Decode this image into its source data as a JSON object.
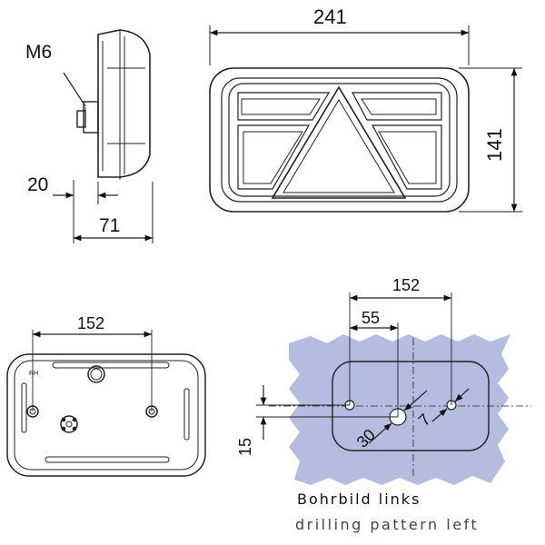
{
  "side_view": {
    "thread_label": "M6",
    "dim_depth_mount": "20",
    "dim_depth_total": "71"
  },
  "front_view": {
    "dim_width": "241",
    "dim_height": "141"
  },
  "rear_view": {
    "dim_hole_spacing": "152",
    "side_mark": "RH"
  },
  "drilling_pattern": {
    "dim_hole_spacing": "152",
    "dim_offset": "55",
    "dim_vertical": "15",
    "dim_center_hole": "30",
    "dim_small_hole": "7",
    "caption_de": "Bohrbild links",
    "caption_en": "drilling pattern left",
    "backdrop_color": "#b4bde0"
  }
}
